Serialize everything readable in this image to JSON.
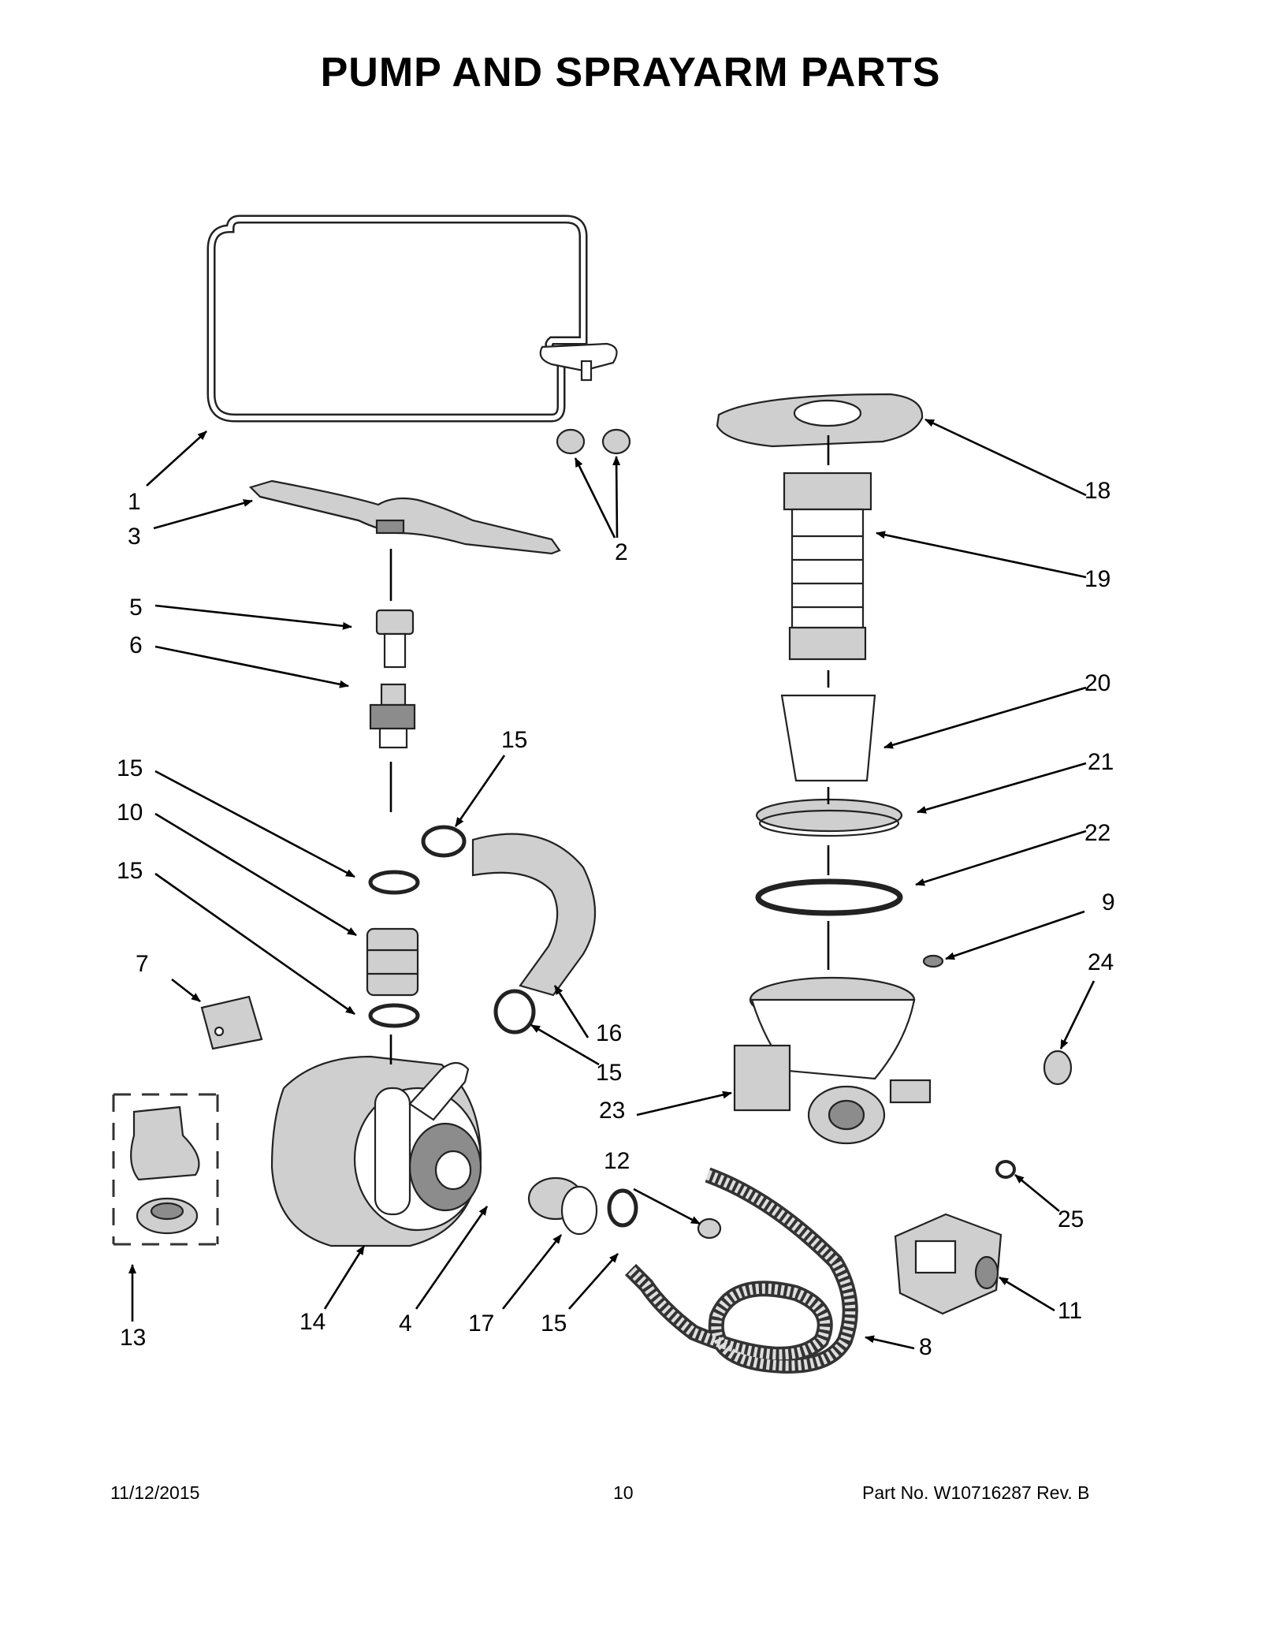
{
  "title": "PUMP AND SPRAYARM PARTS",
  "callouts": {
    "c1": "1",
    "c2": "2",
    "c3": "3",
    "c4": "4",
    "c5": "5",
    "c6": "6",
    "c7": "7",
    "c8": "8",
    "c9": "9",
    "c10": "10",
    "c11": "11",
    "c12": "12",
    "c13": "13",
    "c14": "14",
    "c15a": "15",
    "c15b": "15",
    "c15c": "15",
    "c15d": "15",
    "c15e": "15",
    "c16": "16",
    "c17": "17",
    "c18": "18",
    "c19": "19",
    "c20": "20",
    "c21": "21",
    "c22": "22",
    "c23": "23",
    "c24": "24",
    "c25": "25"
  },
  "footer": {
    "date": "11/12/2015",
    "page": "10",
    "part_no": "Part No.  W10716287   Rev.  B"
  }
}
